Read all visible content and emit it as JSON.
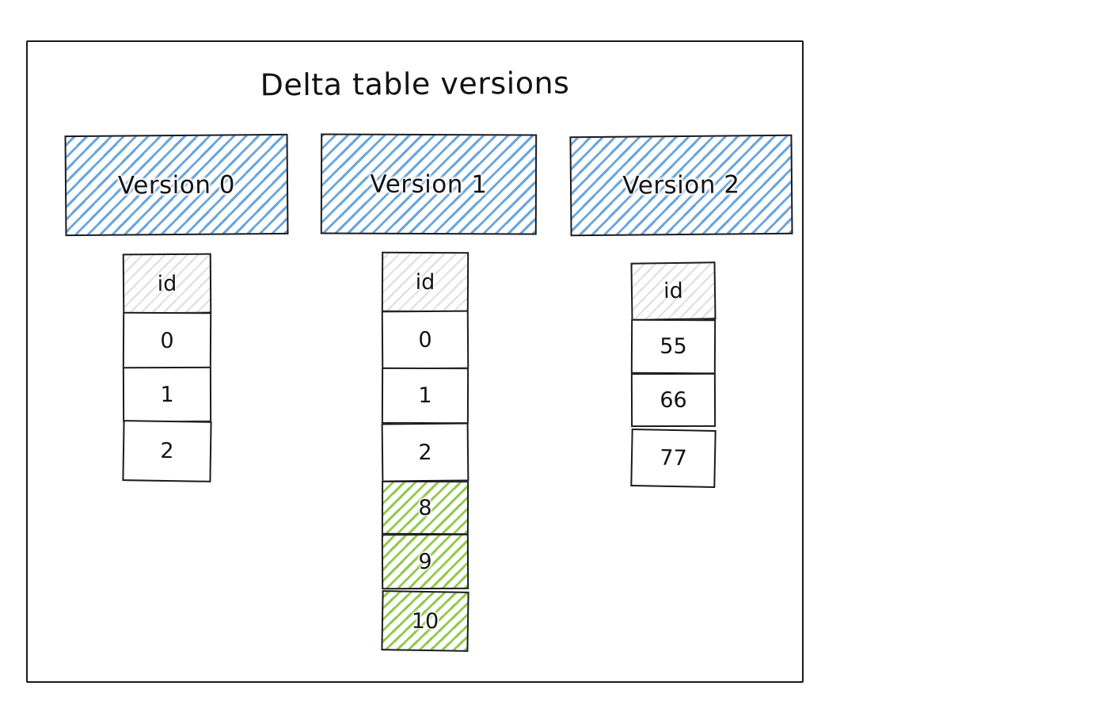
{
  "diagram": {
    "title": "Delta table versions",
    "background": "#ffffff",
    "frame_border_color": "#1b1b1f",
    "hatch_blue": "#6aa6dd",
    "hatch_green": "#93c950",
    "hatch_gray": "#dedede"
  },
  "versions": [
    {
      "label": "Version 0",
      "header": "id",
      "rows": [
        {
          "value": "0",
          "style": "plain"
        },
        {
          "value": "1",
          "style": "plain"
        },
        {
          "value": "2",
          "style": "plain"
        }
      ]
    },
    {
      "label": "Version 1",
      "header": "id",
      "rows": [
        {
          "value": "0",
          "style": "plain"
        },
        {
          "value": "1",
          "style": "plain"
        },
        {
          "value": "2",
          "style": "plain"
        },
        {
          "value": "8",
          "style": "green"
        },
        {
          "value": "9",
          "style": "green"
        },
        {
          "value": "10",
          "style": "green"
        }
      ]
    },
    {
      "label": "Version 2",
      "header": "id",
      "rows": [
        {
          "value": "55",
          "style": "plain"
        },
        {
          "value": "66",
          "style": "plain"
        },
        {
          "value": "77",
          "style": "plain"
        }
      ]
    }
  ]
}
